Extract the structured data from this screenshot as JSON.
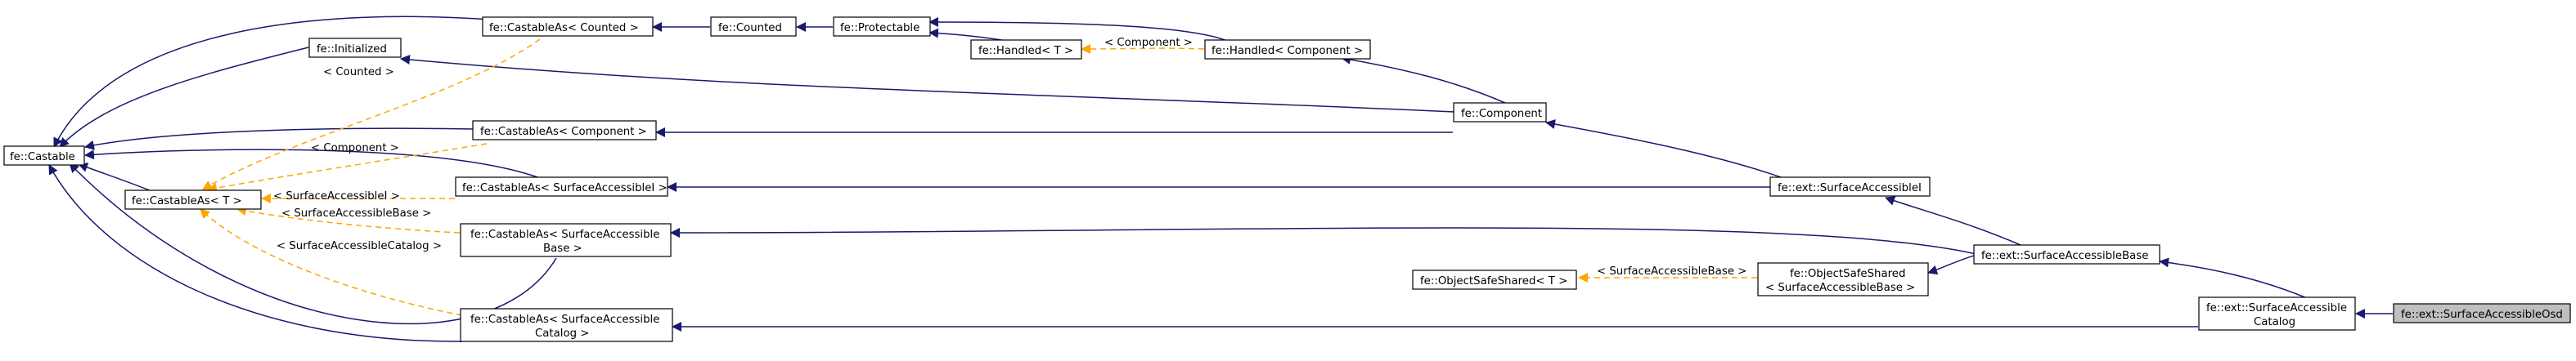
{
  "diagram": {
    "nodes": [
      {
        "id": "castable",
        "lines": [
          "fe::Castable"
        ]
      },
      {
        "id": "castableas_t",
        "lines": [
          "fe::CastableAs< T >"
        ]
      },
      {
        "id": "initialized",
        "lines": [
          "fe::Initialized"
        ]
      },
      {
        "id": "castableas_counted",
        "lines": [
          "fe::CastableAs< Counted >"
        ]
      },
      {
        "id": "counted",
        "lines": [
          "fe::Counted"
        ]
      },
      {
        "id": "protectable",
        "lines": [
          "fe::Protectable"
        ]
      },
      {
        "id": "handled_t",
        "lines": [
          "fe::Handled< T >"
        ]
      },
      {
        "id": "handled_component",
        "lines": [
          "fe::Handled< Component >"
        ]
      },
      {
        "id": "castableas_component",
        "lines": [
          "fe::CastableAs< Component >"
        ]
      },
      {
        "id": "component",
        "lines": [
          "fe::Component"
        ]
      },
      {
        "id": "castableas_sai",
        "lines": [
          "fe::CastableAs< SurfaceAccessibleI >"
        ]
      },
      {
        "id": "ext_sai",
        "lines": [
          "fe::ext::SurfaceAccessibleI"
        ]
      },
      {
        "id": "castableas_sabase",
        "lines": [
          "fe::CastableAs< SurfaceAccessible",
          "Base >"
        ]
      },
      {
        "id": "ext_sabase",
        "lines": [
          "fe::ext::SurfaceAccessibleBase"
        ]
      },
      {
        "id": "objectsafeshared_t",
        "lines": [
          "fe::ObjectSafeShared< T >"
        ]
      },
      {
        "id": "objectsafeshared_sab",
        "lines": [
          "fe::ObjectSafeShared",
          "< SurfaceAccessibleBase >"
        ]
      },
      {
        "id": "castableas_sacatalog",
        "lines": [
          "fe::CastableAs< SurfaceAccessible",
          "Catalog >"
        ]
      },
      {
        "id": "ext_sacatalog",
        "lines": [
          "fe::ext::SurfaceAccessible",
          "Catalog"
        ]
      },
      {
        "id": "ext_saosd",
        "lines": [
          "fe::ext::SurfaceAccessibleOsd"
        ]
      }
    ],
    "edge_labels": [
      "< Counted >",
      "< Component >",
      "< Component >",
      "< SurfaceAccessibleI >",
      "< SurfaceAccessibleBase >",
      "< SurfaceAccessibleCatalog >",
      "< SurfaceAccessibleBase >"
    ],
    "colors": {
      "inheritance": "#191970",
      "template": "#ffa500",
      "highlight_fill": "#bfbfbf"
    }
  }
}
